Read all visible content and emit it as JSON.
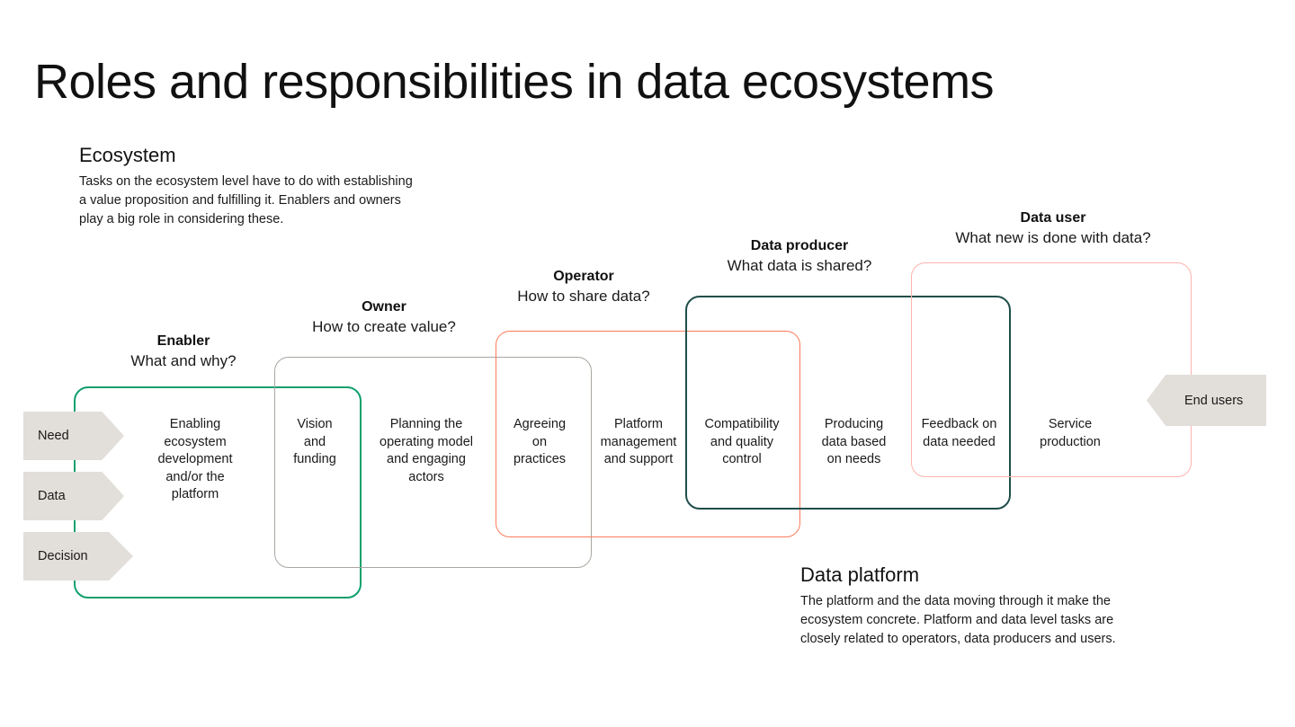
{
  "title": "Roles and responsibilities in data ecosystems",
  "notes": {
    "ecosystem": {
      "heading": "Ecosystem",
      "body": "Tasks on the ecosystem level have to do with establishing\na value proposition and fulfilling it. Enablers and owners\nplay a big role in considering these."
    },
    "platform": {
      "heading": "Data platform",
      "body": "The platform and the data moving through it make the\necosystem concrete. Platform and data level tasks are\nclosely related to operators, data producers and users."
    }
  },
  "roles": [
    {
      "name": "Enabler",
      "question": "What and why?",
      "color": "#0fa06c"
    },
    {
      "name": "Owner",
      "question": "How to create value?",
      "color": "#aaa6a1"
    },
    {
      "name": "Operator",
      "question": "How to share data?",
      "color": "#fa7b5a"
    },
    {
      "name": "Data producer",
      "question": "What data is shared?",
      "color": "#1f4e4a"
    },
    {
      "name": "Data user",
      "question": "What new is done with data?",
      "color": "#ffb3ad"
    }
  ],
  "tasks": [
    "Enabling\necosystem\ndevelopment\nand/or the\nplatform",
    "Vision\nand\nfunding",
    "Planning the\noperating model\nand engaging\nactors",
    "Agreeing\non\npractices",
    "Platform\nmanagement\nand support",
    "Compatibility\nand quality\ncontrol",
    "Producing\ndata based\non needs",
    "Feedback on\ndata needed",
    "Service\nproduction"
  ],
  "inputs": [
    {
      "label": "Need"
    },
    {
      "label": "Data"
    },
    {
      "label": "Decision"
    }
  ],
  "output": {
    "label": "End users"
  },
  "palette": {
    "chip_fill": "#e2ded9",
    "text": "#1a1a1a",
    "background": "#ffffff"
  }
}
